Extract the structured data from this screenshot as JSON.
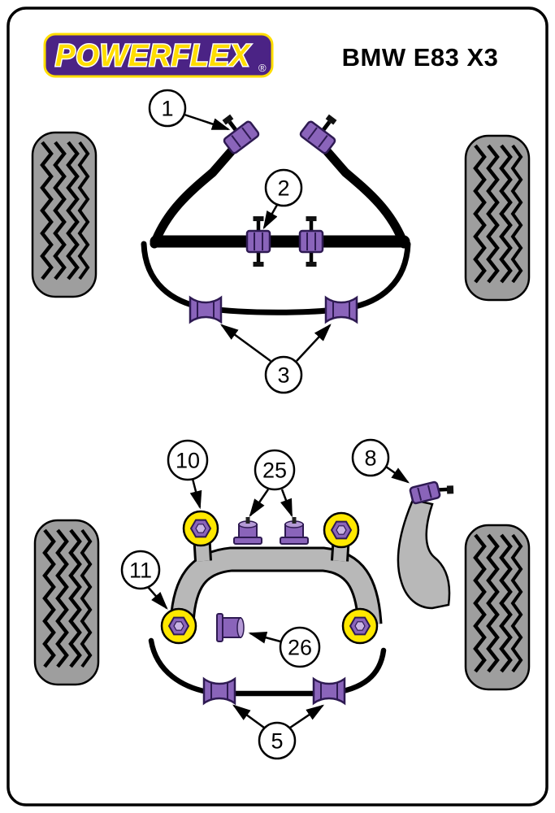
{
  "header": {
    "logo_text": "POWERFLEX",
    "registered_mark": "®",
    "title": "BMW E83 X3"
  },
  "callouts": {
    "c1": "1",
    "c2": "2",
    "c3": "3",
    "c10": "10",
    "c25": "25",
    "c8": "8",
    "c11": "11",
    "c26": "26",
    "c5": "5"
  },
  "colors": {
    "logo_purple": "#4b2385",
    "logo_yellow": "#ffdd00",
    "bushing_purple": "#8a64ba",
    "bushing_purple_dark": "#2e1a52",
    "bushing_yellow": "#ffe800",
    "metal_gray": "#b8b8b8",
    "tire_gray": "#9e9e9e",
    "line_black": "#000000"
  }
}
